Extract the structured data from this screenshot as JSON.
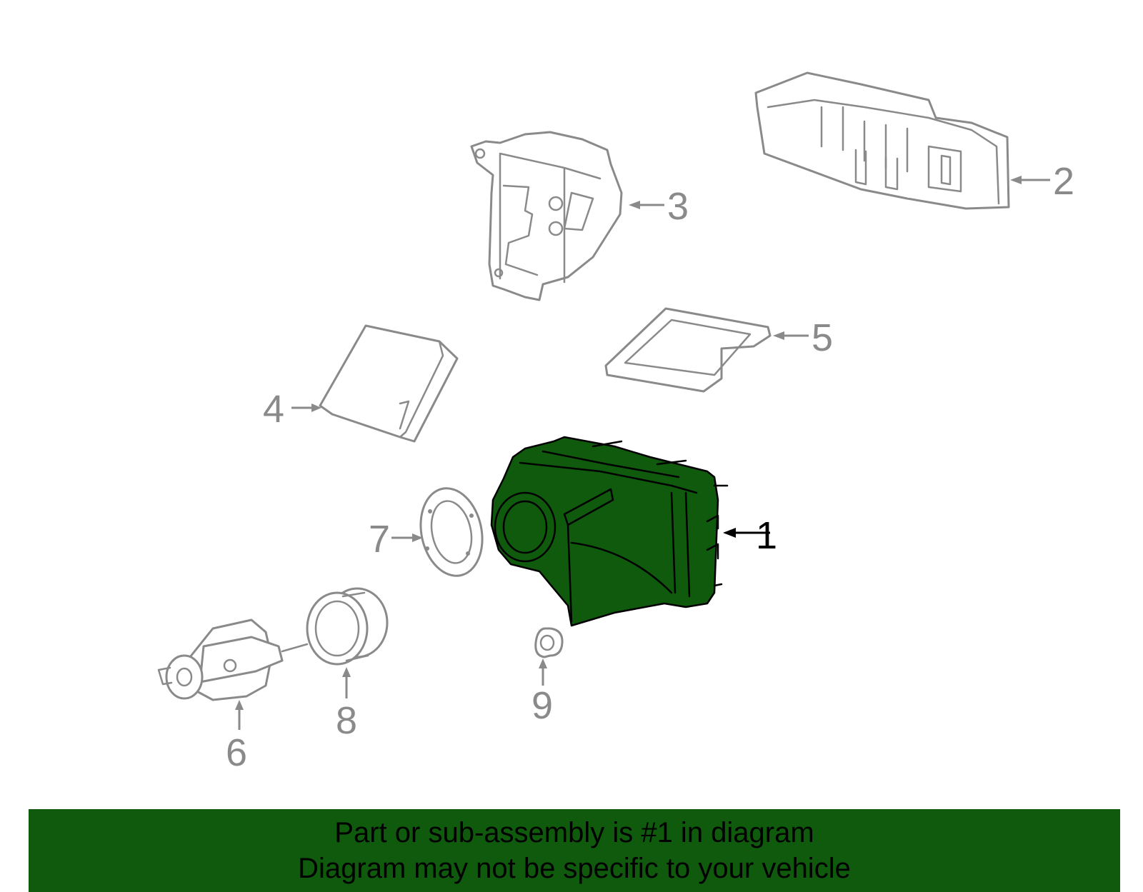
{
  "callouts": {
    "c1": "1",
    "c2": "2",
    "c3": "3",
    "c4": "4",
    "c5": "5",
    "c6": "6",
    "c7": "7",
    "c8": "8",
    "c9": "9"
  },
  "banner": {
    "line1": "Part or sub-assembly is #1 in diagram",
    "line2": "Diagram may not be specific to your vehicle"
  },
  "colors": {
    "highlight": "#0f5a0c",
    "part_stroke": "#8a8a8a",
    "banner_bg": "#0f5a0c"
  }
}
